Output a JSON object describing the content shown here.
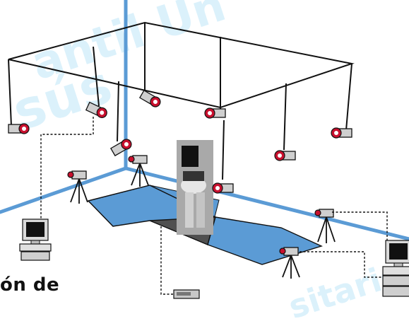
{
  "watermarks": [
    "antil Un",
    "sús",
    "sitario"
  ],
  "caption": "ón de",
  "colors": {
    "floor_plate": "#5b9bd5",
    "floor_center": "#505050",
    "frame_line": "#111111",
    "camera_lens": "#c8102e",
    "watermark": "#bfe6f8"
  },
  "icons": [
    "ceiling-camera-icon",
    "tripod-camera-icon",
    "desktop-computer-icon",
    "processing-unit-icon",
    "subject-figure"
  ]
}
